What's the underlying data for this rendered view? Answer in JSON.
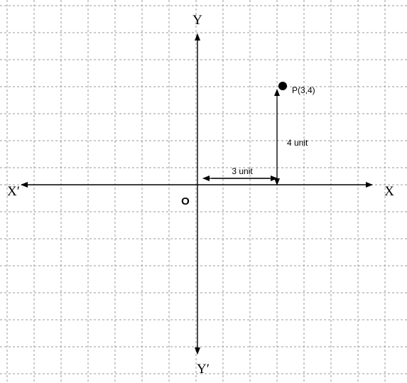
{
  "axes": {
    "x_positive_label": "X",
    "x_negative_label": "X′",
    "y_positive_label": "Y",
    "y_negative_label": "Y′",
    "origin_label": "O",
    "arrow_color": "#000000"
  },
  "point": {
    "label": "P(3,4)",
    "x": 3,
    "y": 4,
    "color": "#000000"
  },
  "dimensions": {
    "horizontal_label": "3 unit",
    "vertical_label": "4 unit"
  },
  "grid": {
    "visible": true,
    "style": "dashed",
    "color": "#9a9a9a"
  }
}
